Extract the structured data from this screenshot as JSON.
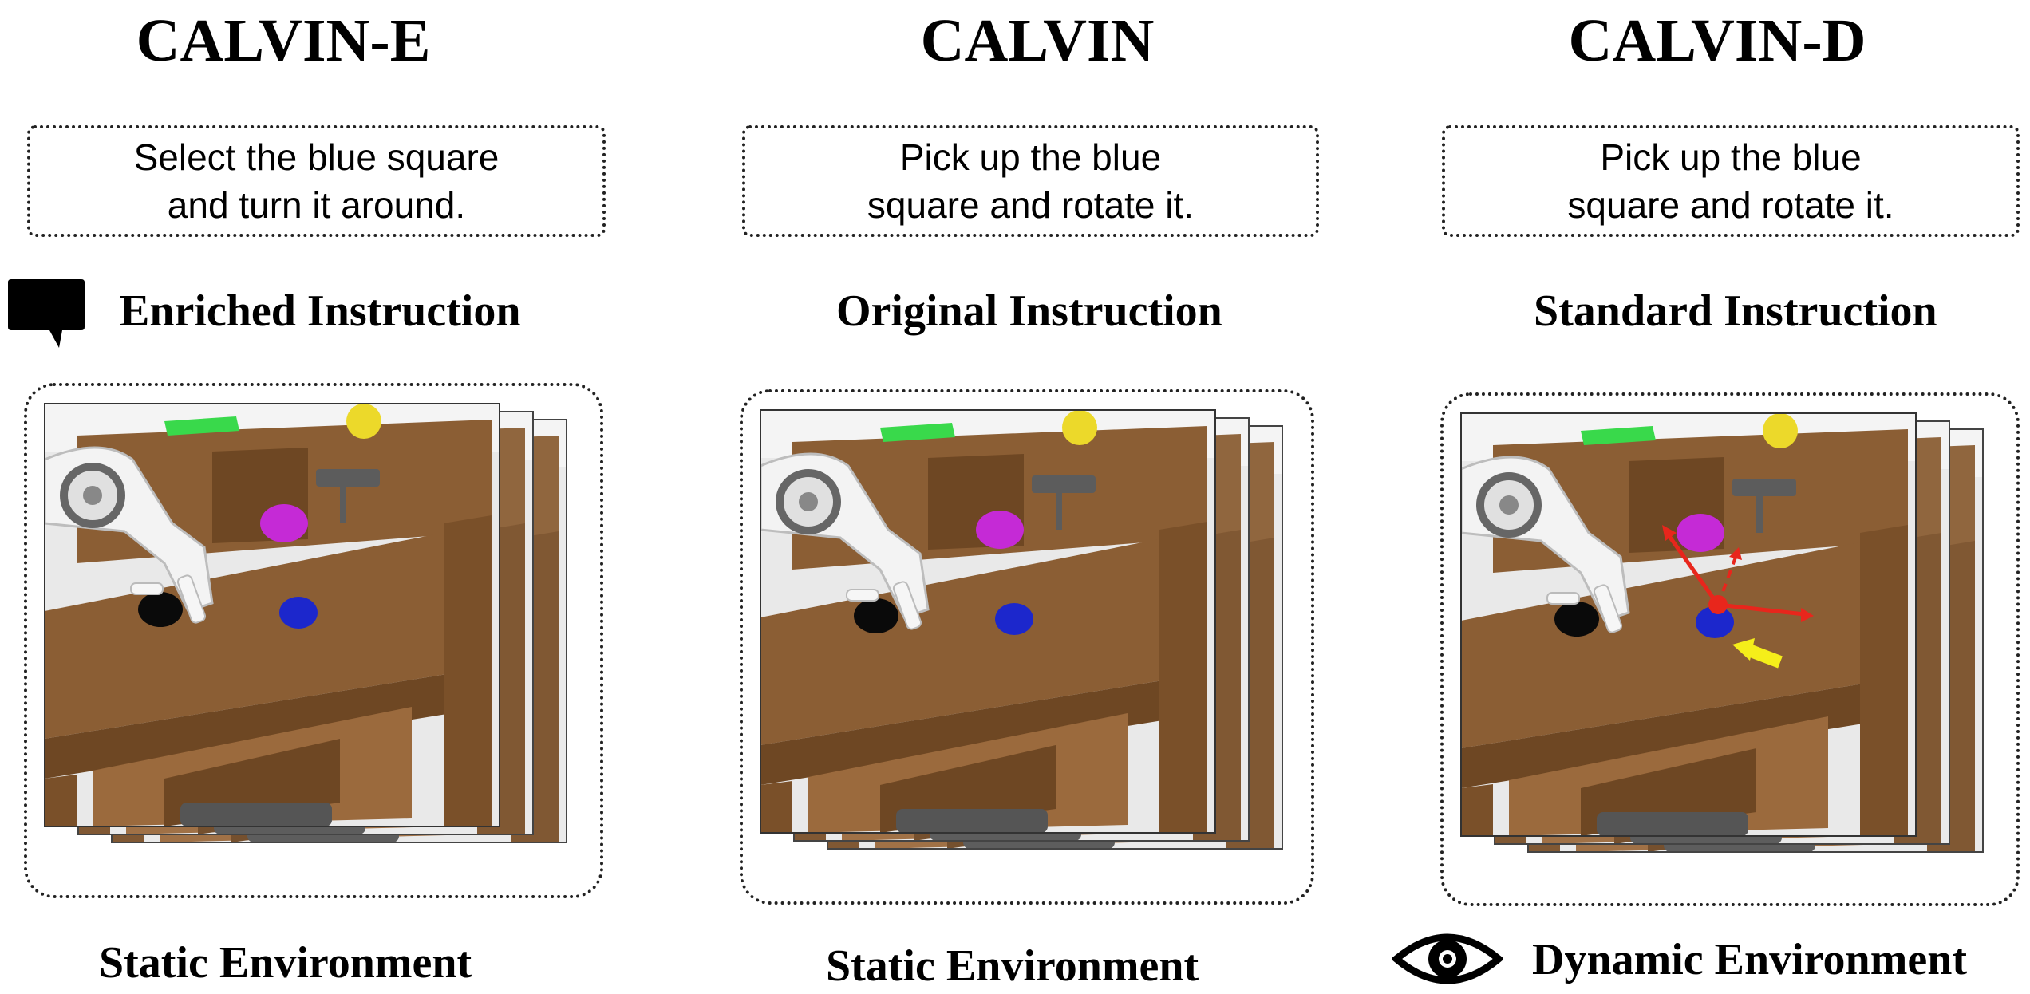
{
  "columns": [
    {
      "title": "CALVIN-E",
      "instruction_lines": [
        "Select the blue square",
        "and turn it around."
      ],
      "instruction_label": "Enriched Instruction",
      "environment_label": "Static Environment",
      "instruction_icon": "speech-bubble-icon",
      "dynamic": false
    },
    {
      "title": "CALVIN",
      "instruction_lines": [
        "Pick up the blue",
        "square and rotate it."
      ],
      "instruction_label": "Original Instruction",
      "environment_label": "Static Environment",
      "dynamic": false
    },
    {
      "title": "CALVIN-D",
      "instruction_lines": [
        "Pick up the blue",
        "square and rotate it."
      ],
      "instruction_label": "Standard Instruction",
      "environment_label": "Dynamic Environment",
      "environment_icon": "eye-icon",
      "dynamic": true
    }
  ],
  "colors": {
    "table_wood": "#8b5e34",
    "table_wood_dark": "#6e4723",
    "green_block": "#39d94b",
    "yellow_ball": "#ecd92a",
    "pink_block": "#c52ad6",
    "blue_block": "#1c27cc",
    "red_arrows": "#e8261c",
    "yellow_arrow": "#f5ee1a"
  }
}
